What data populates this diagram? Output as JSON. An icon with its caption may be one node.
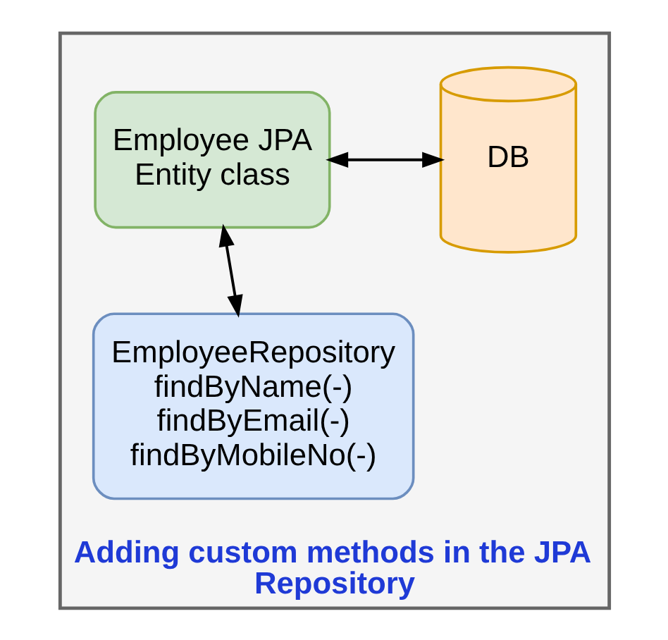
{
  "diagram": {
    "nodes": [
      {
        "text": [
          "Adding custom methods in the JPA Repository"
        ]
      },
      {
        "text": [
          "Employee JPA Entity class"
        ],
        "in": 0
      },
      {
        "text": [
          "DB"
        ],
        "in": 0
      },
      {
        "text": [
          "EmployeeRepository",
          "findByName(-)",
          "findByEmail(-)",
          "findByMobileNo(-)"
        ],
        "in": 0
      }
    ],
    "edges": [
      {
        "from": 1,
        "to": 2,
        "arrow": "both"
      },
      {
        "from": 1,
        "to": 3,
        "arrow": "both"
      }
    ]
  }
}
